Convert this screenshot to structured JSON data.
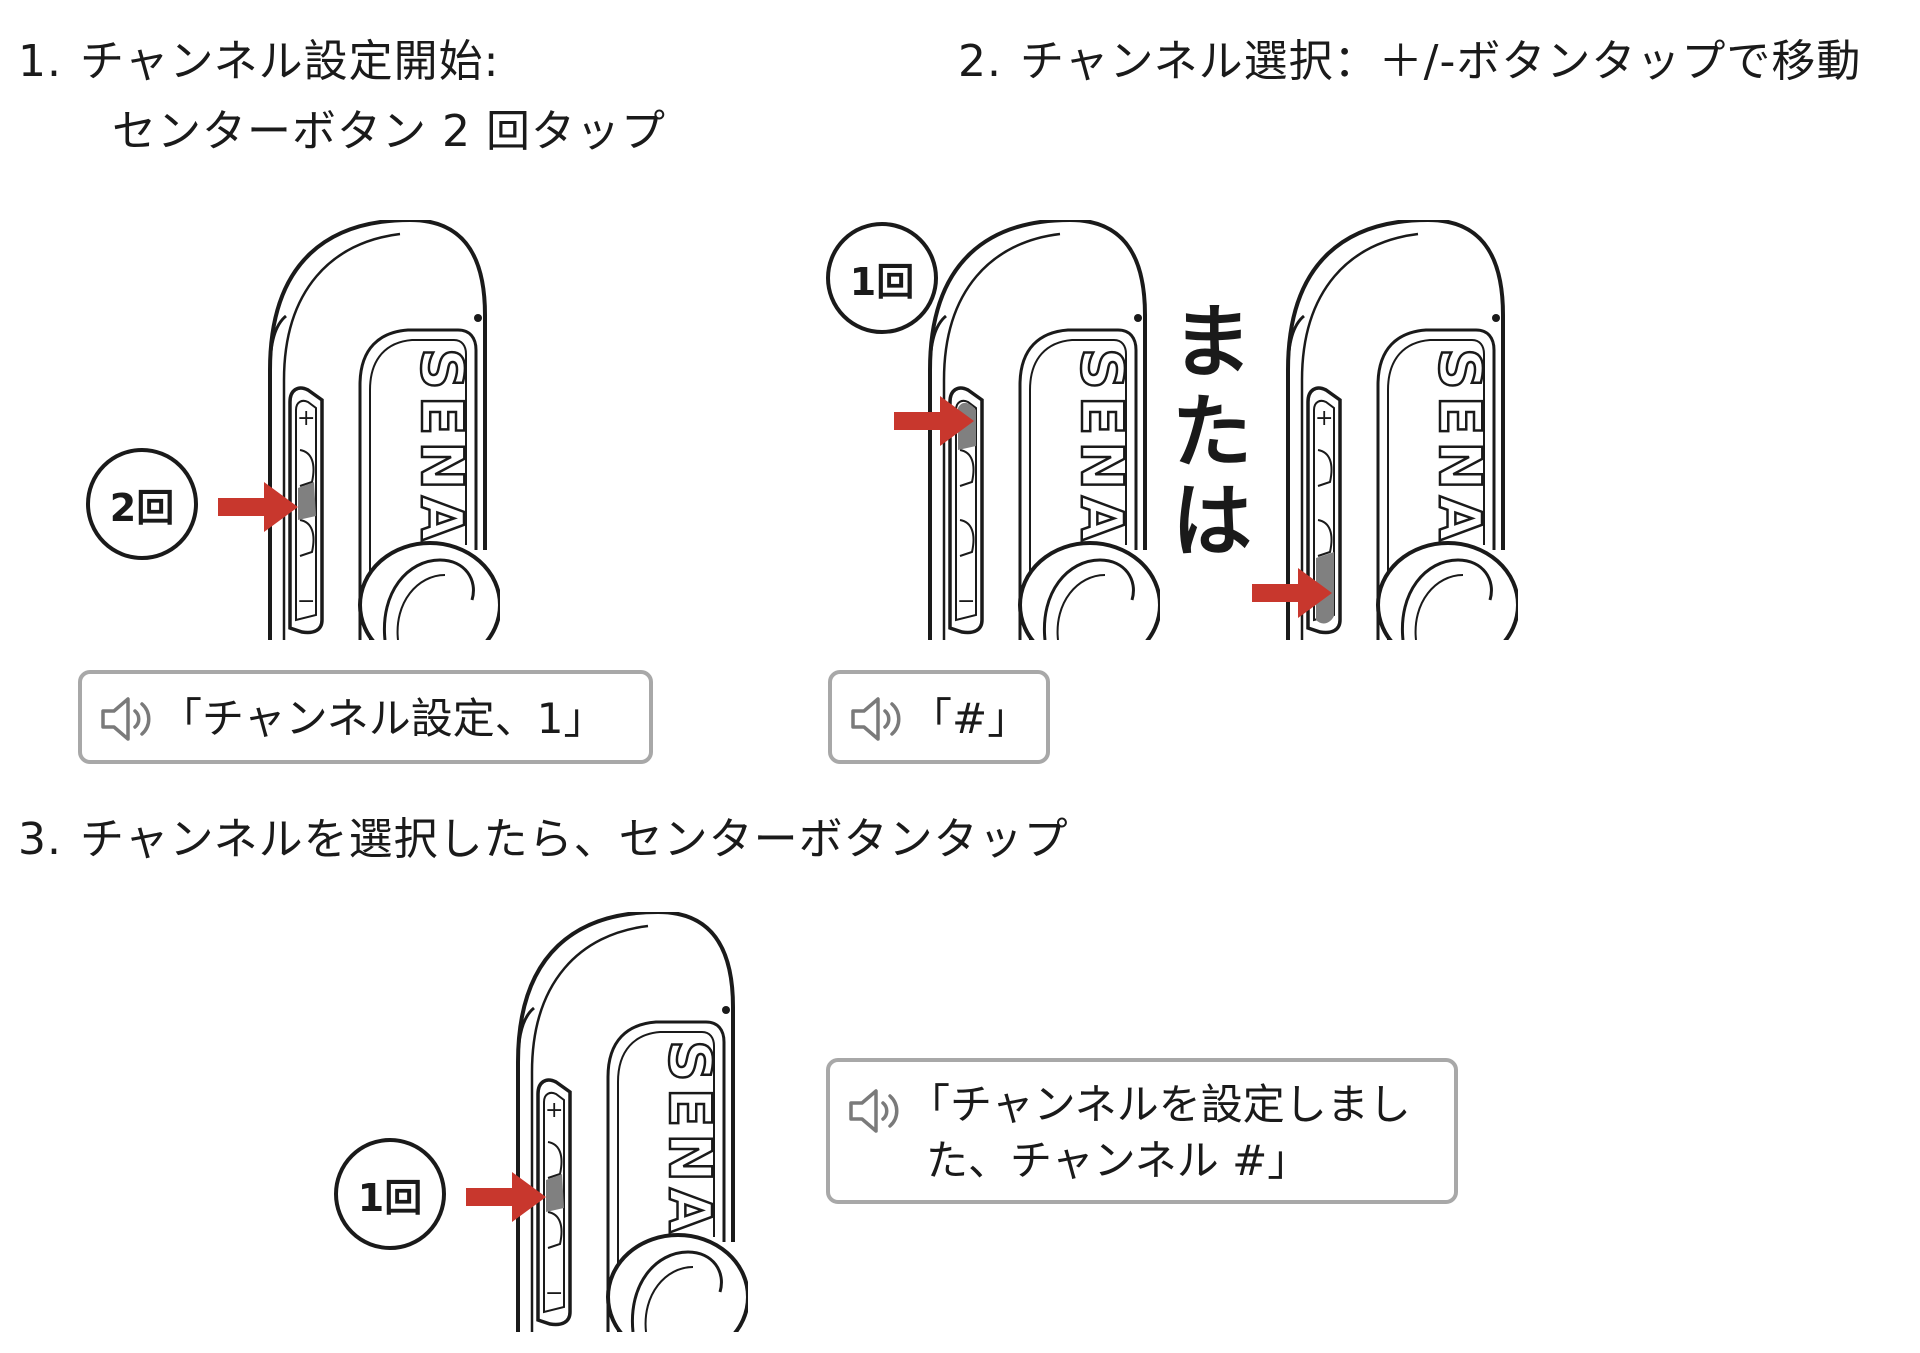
{
  "steps": [
    {
      "number": "1.",
      "title": "チャンネル設定開始:",
      "subtitle": "センターボタン 2 回タップ"
    },
    {
      "number": "2.",
      "title": "チャンネル選択：＋/-ボタンタップで移動"
    },
    {
      "number": "3.",
      "title": "チャンネルを選択したら、センターボタンタップ"
    }
  ],
  "labels": {
    "tap_twice": "2回",
    "tap_once_plus": "1回",
    "tap_once_center": "1回",
    "or": "または"
  },
  "device": {
    "logo": "SENA",
    "plus": "+",
    "minus": "−"
  },
  "callouts": {
    "step1": "「チャンネル設定、1」",
    "step2": "「#」",
    "step3_line1": "「チャンネルを設定しまし",
    "step3_line2": "た、チャンネル #」"
  },
  "icons": {
    "speaker": "speaker-icon",
    "arrow": "arrow-right-icon"
  },
  "colors": {
    "arrow": "#c8372d",
    "pressed_button": "#808080",
    "callout_border": "#a8a8a8",
    "ink": "#1a1a1a"
  }
}
